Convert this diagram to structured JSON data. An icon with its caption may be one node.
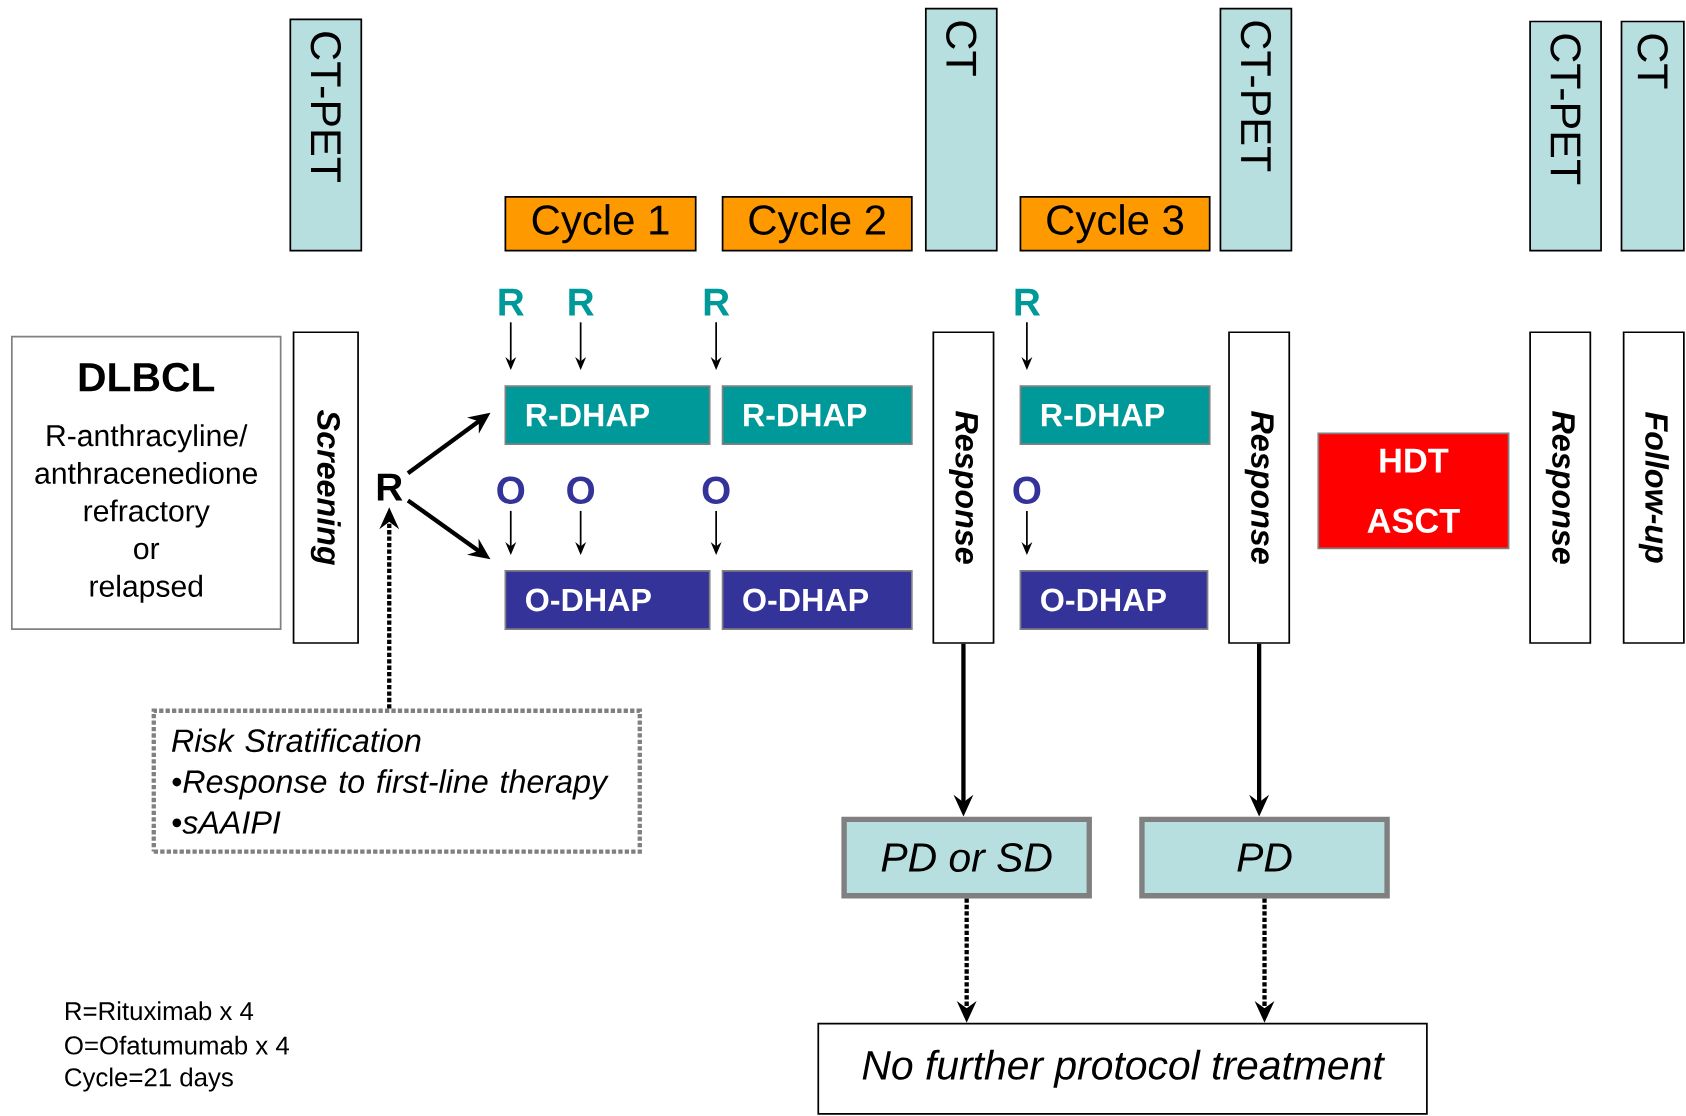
{
  "diagram": {
    "nodes": [
      {
        "text": [
          "CT-PET"
        ]
      },
      {
        "text": [
          "Cycle 1"
        ]
      },
      {
        "text": [
          "Cycle 2"
        ]
      },
      {
        "text": [
          "CT"
        ]
      },
      {
        "text": [
          "Cycle 3"
        ]
      },
      {
        "text": [
          "CT-PET"
        ]
      },
      {
        "text": [
          "CT-PET"
        ]
      },
      {
        "text": [
          "CT"
        ]
      },
      {
        "text": [
          "DLBCL",
          "R-anthracyline/ anthracenedione refractory or relapsed"
        ]
      },
      {
        "text": [
          "Screening"
        ]
      },
      {
        "text": [
          "R"
        ]
      },
      {
        "text": [
          "R-DHAP"
        ]
      },
      {
        "text": [
          "R-DHAP"
        ]
      },
      {
        "text": [
          "R-DHAP"
        ]
      },
      {
        "text": [
          "O-DHAP"
        ]
      },
      {
        "text": [
          "O-DHAP"
        ]
      },
      {
        "text": [
          "O-DHAP"
        ]
      },
      {
        "text": [
          "Response"
        ]
      },
      {
        "text": [
          "Response"
        ]
      },
      {
        "text": [
          "HDT ASCT"
        ]
      },
      {
        "text": [
          "Response"
        ]
      },
      {
        "text": [
          "Follow-up"
        ]
      },
      {
        "text": [
          "Risk Stratification",
          "•Response to first-line therapy",
          "•sAAIPI"
        ]
      },
      {
        "text": [
          "PD or SD"
        ]
      },
      {
        "text": [
          "PD"
        ]
      },
      {
        "text": [
          "No further protocol treatment"
        ]
      },
      {
        "text": [
          "R"
        ]
      },
      {
        "text": [
          "R"
        ]
      },
      {
        "text": [
          "R"
        ]
      },
      {
        "text": [
          "R"
        ]
      },
      {
        "text": [
          "O"
        ]
      },
      {
        "text": [
          "O"
        ]
      },
      {
        "text": [
          "O"
        ]
      },
      {
        "text": [
          "O"
        ]
      }
    ],
    "edges": [
      {
        "from": 10,
        "to": 11,
        "arrow": "to",
        "style": "thick"
      },
      {
        "from": 10,
        "to": 14,
        "arrow": "to",
        "style": "thick"
      },
      {
        "from": 22,
        "to": 10,
        "arrow": "to",
        "style": "dashed"
      },
      {
        "from": 26,
        "to": 11,
        "arrow": "to"
      },
      {
        "from": 27,
        "to": 11,
        "arrow": "to"
      },
      {
        "from": 28,
        "to": 12,
        "arrow": "to"
      },
      {
        "from": 29,
        "to": 13,
        "arrow": "to"
      },
      {
        "from": 30,
        "to": 14,
        "arrow": "to"
      },
      {
        "from": 31,
        "to": 14,
        "arrow": "to"
      },
      {
        "from": 32,
        "to": 15,
        "arrow": "to"
      },
      {
        "from": 33,
        "to": 16,
        "arrow": "to"
      },
      {
        "from": 17,
        "to": 23,
        "arrow": "to",
        "style": "thick"
      },
      {
        "from": 18,
        "to": 24,
        "arrow": "to",
        "style": "thick"
      },
      {
        "from": 23,
        "to": 25,
        "arrow": "to",
        "style": "dashed"
      },
      {
        "from": 24,
        "to": 25,
        "arrow": "to",
        "style": "dashed"
      }
    ],
    "labels": [
      "R=Rituximab  x 4",
      "O=Ofatumumab  x 4",
      "Cycle=21 days"
    ]
  }
}
